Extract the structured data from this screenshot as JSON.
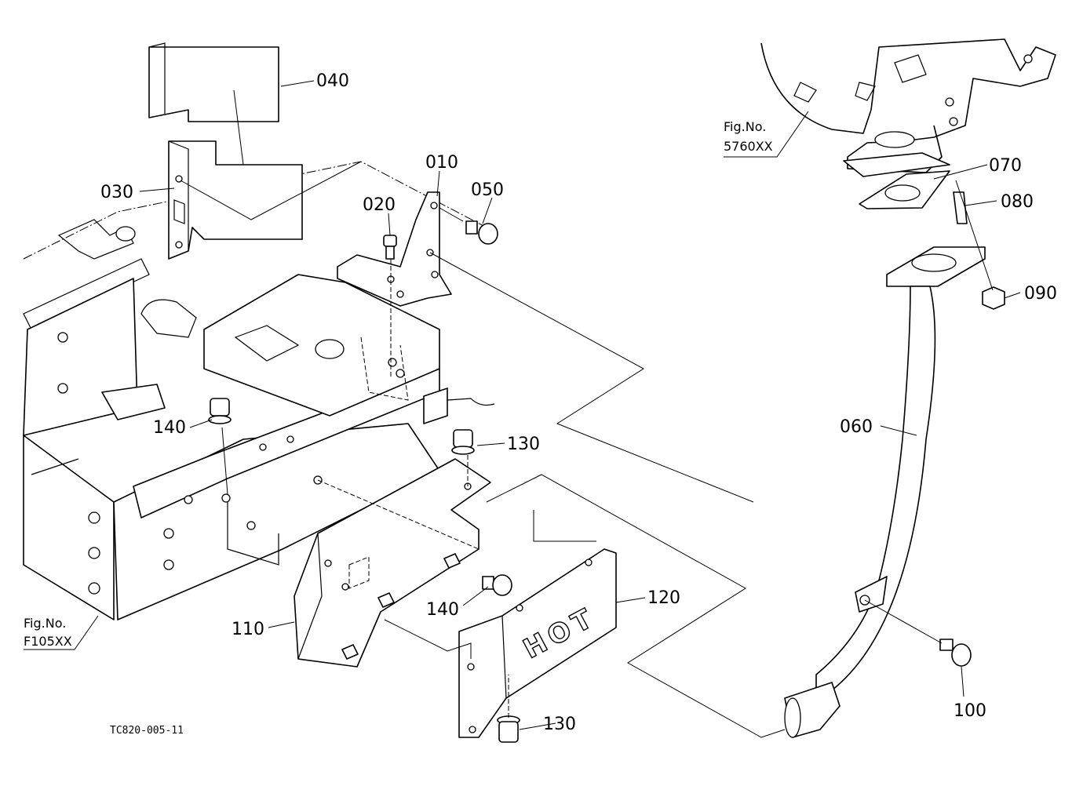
{
  "parts": [
    {
      "id": "p010",
      "label": "010"
    },
    {
      "id": "p020",
      "label": "020"
    },
    {
      "id": "p030",
      "label": "030"
    },
    {
      "id": "p040",
      "label": "040"
    },
    {
      "id": "p050",
      "label": "050"
    },
    {
      "id": "p060",
      "label": "060"
    },
    {
      "id": "p070",
      "label": "070"
    },
    {
      "id": "p080",
      "label": "080"
    },
    {
      "id": "p090",
      "label": "090"
    },
    {
      "id": "p100",
      "label": "100"
    },
    {
      "id": "p110",
      "label": "110"
    },
    {
      "id": "p120",
      "label": "120"
    },
    {
      "id": "p130a",
      "label": "130"
    },
    {
      "id": "p130b",
      "label": "130"
    },
    {
      "id": "p140a",
      "label": "140"
    },
    {
      "id": "p140b",
      "label": "140"
    }
  ],
  "references": {
    "muffler": {
      "line1": "Fig.No.",
      "line2": "5760XX"
    },
    "frame": {
      "line1": "Fig.No.",
      "line2": "F105XX"
    }
  },
  "cover_marking": "HOT",
  "drawing_code": "TC820-005-11"
}
